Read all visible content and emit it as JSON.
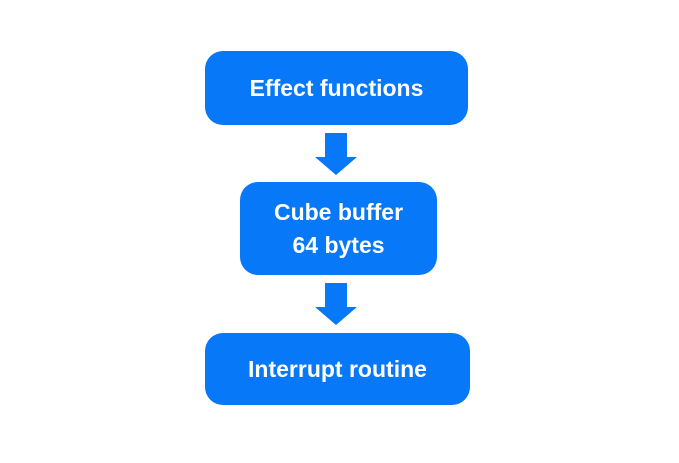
{
  "diagram": {
    "accent_color": "#0778f7",
    "node_text_color": "#ffffff",
    "background_color": "#ffffff",
    "nodes": [
      {
        "id": "effect-functions",
        "label": "Effect functions"
      },
      {
        "id": "cube-buffer",
        "label": "Cube buffer",
        "sublabel": "64 bytes"
      },
      {
        "id": "interrupt-routine",
        "label": "Interrupt routine"
      }
    ],
    "edges": [
      {
        "from": "effect-functions",
        "to": "cube-buffer",
        "icon": "arrow-down-icon"
      },
      {
        "from": "cube-buffer",
        "to": "interrupt-routine",
        "icon": "arrow-down-icon"
      }
    ]
  }
}
